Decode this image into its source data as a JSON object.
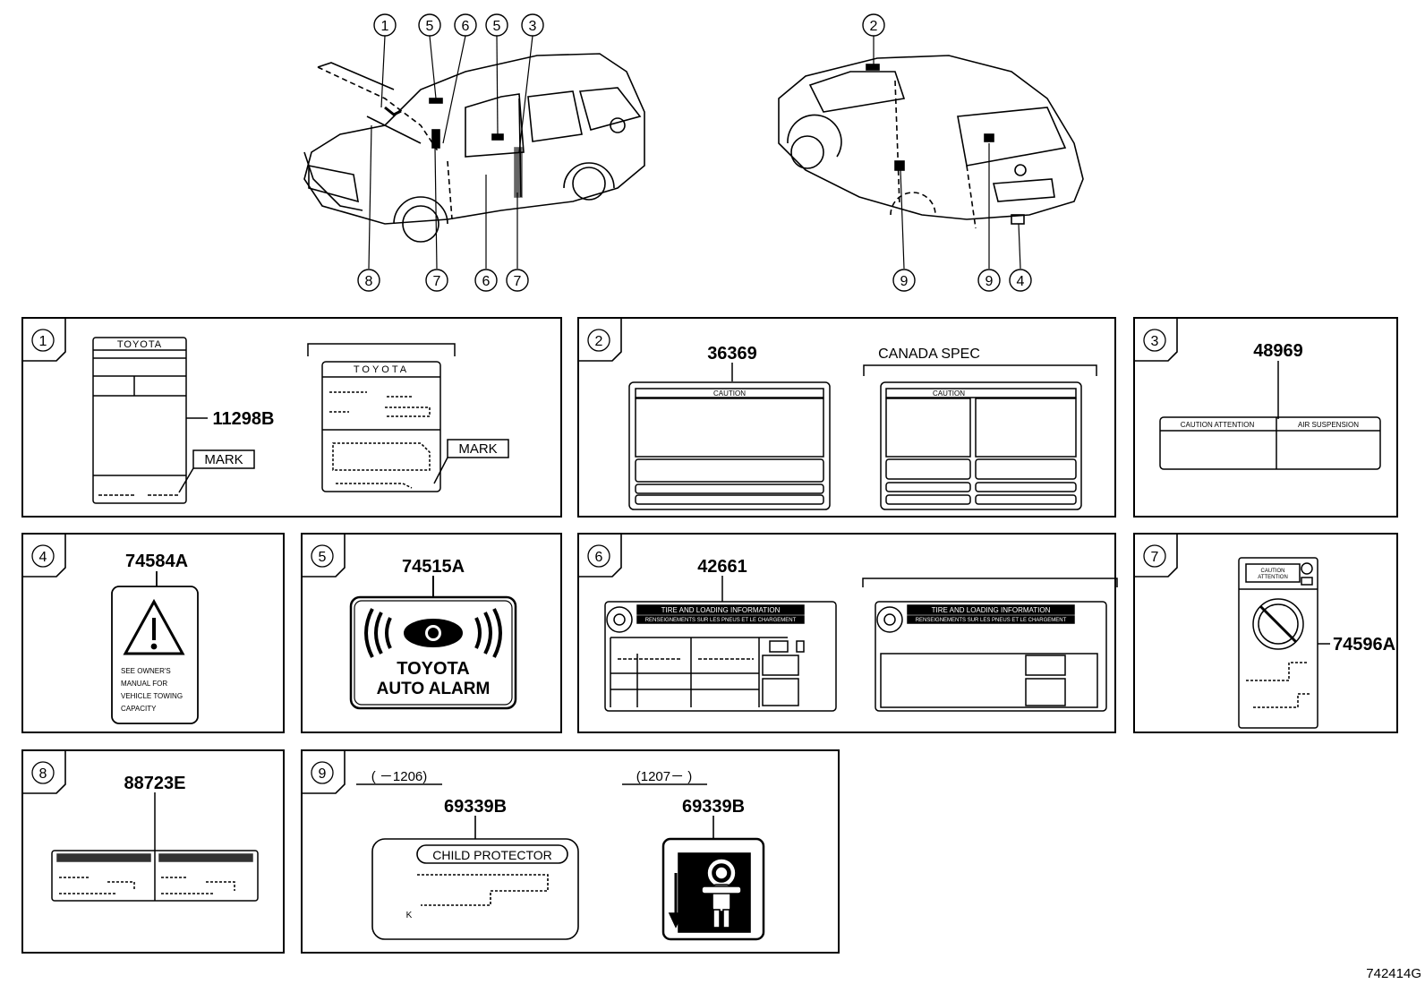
{
  "callouts_car_front": [
    "1",
    "5",
    "6",
    "5",
    "3",
    "8",
    "7",
    "6",
    "7"
  ],
  "callouts_car_rear": [
    "2",
    "9",
    "9",
    "4"
  ],
  "panels": {
    "p1": {
      "num": "1",
      "part": "11298B",
      "label_header": "TOYOTA",
      "mark": "MARK",
      "mark2": "MARK",
      "header2": "TOYOTA"
    },
    "p2": {
      "num": "2",
      "part": "36369",
      "canada": "CANADA SPEC",
      "caution": "CAUTION"
    },
    "p3": {
      "num": "3",
      "part": "48969",
      "caution_att": "CAUTION  ATTENTION",
      "air": "AIR SUSPENSION"
    },
    "p4": {
      "num": "4",
      "part": "74584A",
      "text1": "SEE OWNER'S",
      "text2": "MANUAL FOR",
      "text3": "VEHICLE TOWING",
      "text4": "CAPACITY"
    },
    "p5": {
      "num": "5",
      "part": "74515A",
      "line1": "TOYOTA",
      "line2": "AUTO ALARM"
    },
    "p6": {
      "num": "6",
      "part": "42661",
      "tire": "TIRE AND LOADING INFORMATION",
      "tire_fr": "RENSEIGNEMENTS SUR LES PNEUS ET LE CHARGEMENT"
    },
    "p7": {
      "num": "7",
      "part": "74596A",
      "caution": "CAUTION",
      "attention": "ATTENTION"
    },
    "p8": {
      "num": "8",
      "part": "88723E"
    },
    "p9": {
      "num": "9",
      "part": "69339B",
      "part2": "69339B",
      "range1": "(   －1206)",
      "range2": "(1207－   )",
      "child": "CHILD PROTECTOR",
      "k": "K"
    }
  },
  "diagram_code": "742414G"
}
